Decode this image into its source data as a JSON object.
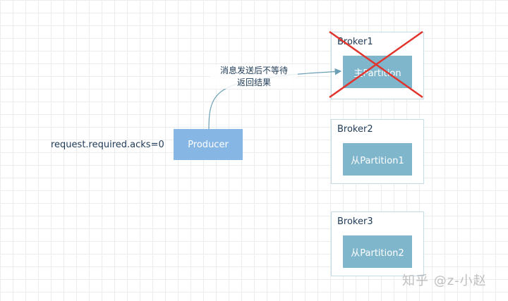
{
  "producer": {
    "label": "Producer"
  },
  "acks": {
    "text": "request.required.acks=0"
  },
  "message": {
    "line1": "消息发送后不等待",
    "line2": "返回结果"
  },
  "brokers": [
    {
      "label": "Broker1",
      "partition": "主Partition",
      "failed": true
    },
    {
      "label": "Broker2",
      "partition": "从Partition1"
    },
    {
      "label": "Broker3",
      "partition": "从Partition2"
    }
  ],
  "watermark": {
    "text": "知乎 @z-小赵"
  },
  "colors": {
    "partition": "#7fb6cc",
    "producer": "#86b6e4",
    "cross": "#e0342c",
    "arrow": "#6a9fb5"
  }
}
